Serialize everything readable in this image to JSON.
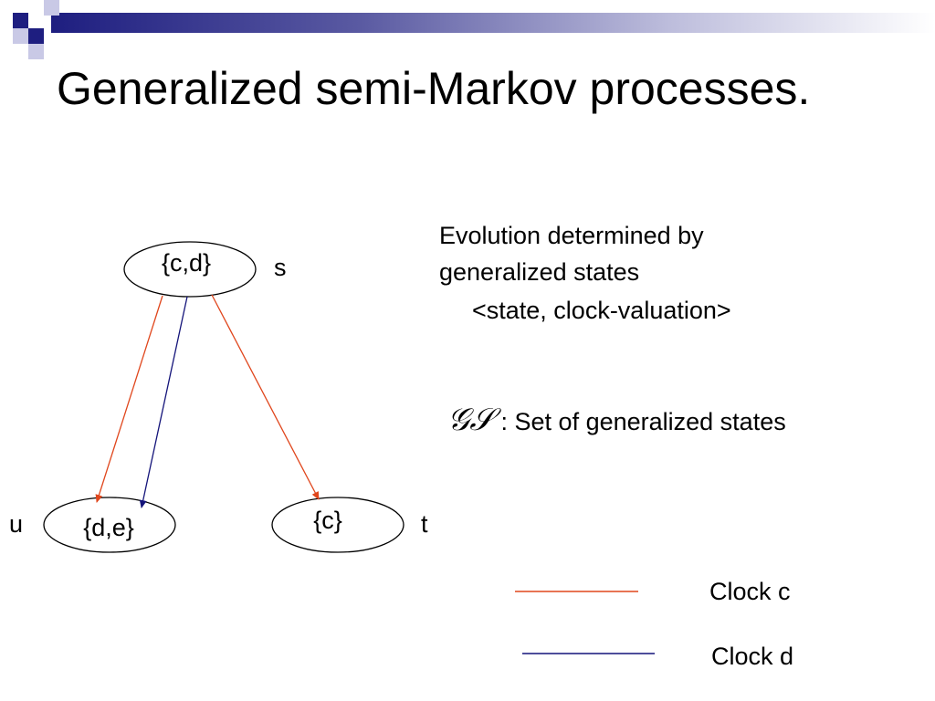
{
  "title": "Generalized semi-Markov processes.",
  "description": {
    "line1": "Evolution determined by",
    "line2": "generalized states",
    "line3": "<state, clock-valuation>"
  },
  "gs_definition": {
    "symbol": "𝒢𝒮",
    "text": ": Set of generalized states"
  },
  "nodes": {
    "s": {
      "label": "{c,d}",
      "name": "s"
    },
    "u": {
      "label": "{d,e}",
      "name": "u"
    },
    "t": {
      "label": "{c}",
      "name": "t"
    }
  },
  "legend": {
    "clock_c": "Clock c",
    "clock_d": "Clock d"
  },
  "colors": {
    "clock_c": "#e0461c",
    "clock_d": "#14147a",
    "header_band": "#1e1e80"
  }
}
